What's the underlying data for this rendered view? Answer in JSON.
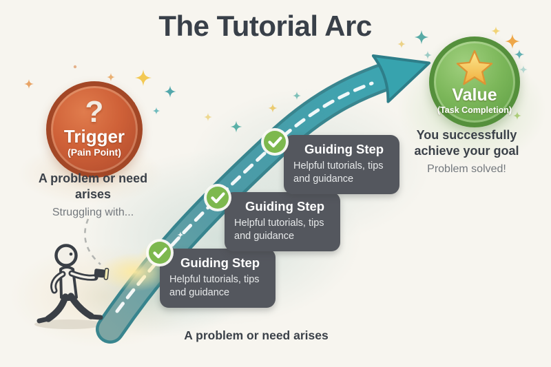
{
  "title": {
    "regular": "The",
    "bold": "Tutorial Arc"
  },
  "trigger_badge": {
    "icon_glyph": "?",
    "label": "Trigger",
    "sublabel": "(Pain Point)"
  },
  "trigger_text": {
    "heading": "A problem or need arises",
    "subtext": "Struggling with..."
  },
  "steps": [
    {
      "title": "Guiding Step",
      "description": "Helpful tutorials, tips and guidance"
    },
    {
      "title": "Guiding Step",
      "description": "Helpful tutorials, tips and guidance"
    },
    {
      "title": "Guiding Step",
      "description": "Helpful tutorials, tips and guidance"
    }
  ],
  "value_badge": {
    "label": "Value",
    "sublabel": "(Task Completion)",
    "icon": "star-icon"
  },
  "value_text": {
    "heading": "You successfully achieve your goal",
    "subtext": "Problem solved!"
  },
  "bottom_caption": "A problem or need arises",
  "colors": {
    "background": "#f7f5ef",
    "title_text": "#394049",
    "trigger_orange": "#c75b35",
    "value_green": "#6fae53",
    "arrow_teal": "#3fa0ac",
    "step_box_gray": "#54575e",
    "check_green": "#7db84e",
    "star_gold": "#f2b23e"
  }
}
